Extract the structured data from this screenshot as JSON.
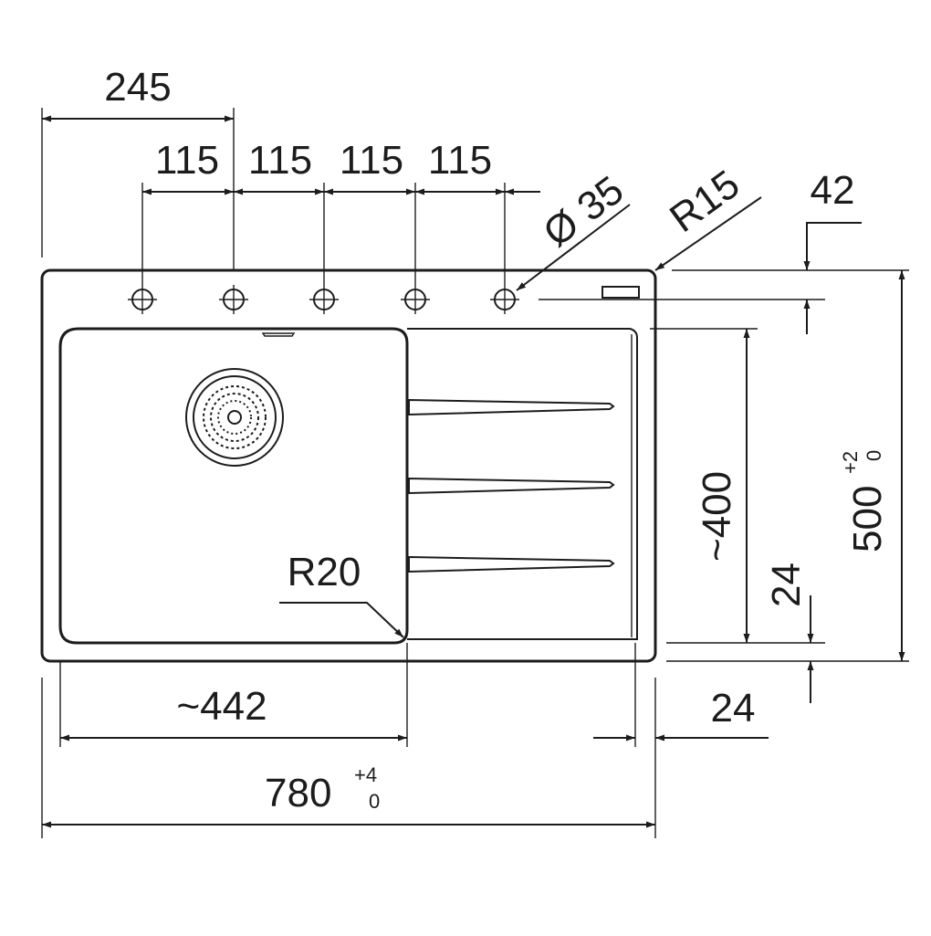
{
  "dimensions": {
    "top_offset": "245",
    "hole_spacing": [
      "115",
      "115",
      "115",
      "115"
    ],
    "hole_diameter": "Ø 35",
    "corner_radius_outer": "R15",
    "tap_hole_offset": "42",
    "inner_corner_radius": "R20",
    "bowl_width": "~442",
    "bowl_depth": "~400",
    "rim_right": "24",
    "rim_bottom": "24",
    "overall_width": "780",
    "overall_width_tol_upper": "+4",
    "overall_width_tol_lower": "0",
    "overall_depth": "500",
    "overall_depth_tol_upper": "+2",
    "overall_depth_tol_lower": "0"
  },
  "colors": {
    "line": "#1c1c1c",
    "background": "#ffffff"
  },
  "icons": [
    "tap-hole-crosshair-icon",
    "drain-strainer-icon"
  ]
}
